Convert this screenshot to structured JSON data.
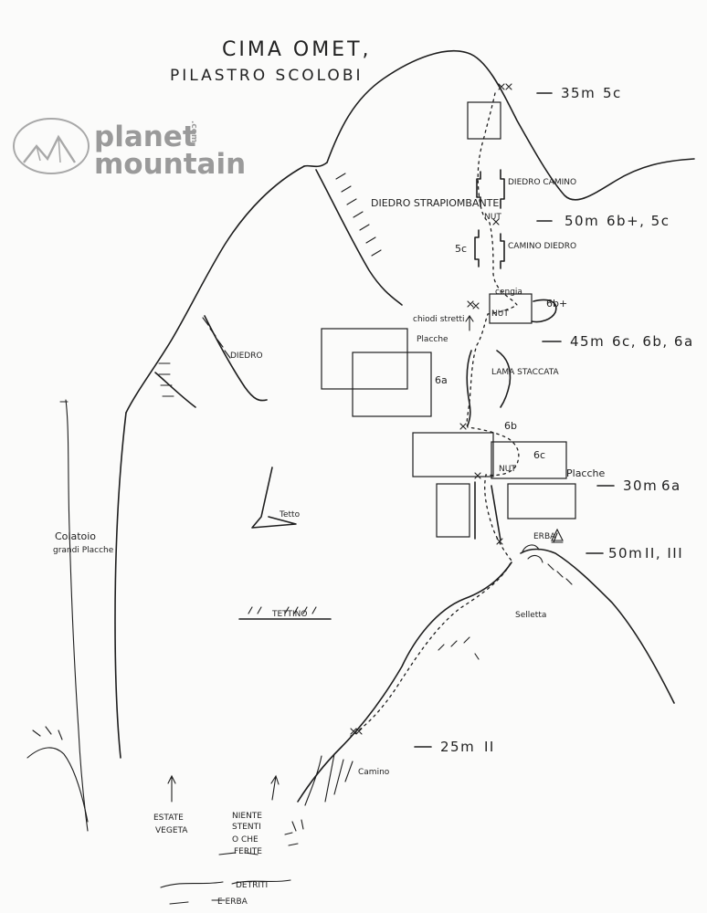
{
  "title": "CIMA OMET,",
  "subtitle": "PILASTRO SCOLOBI",
  "logo": {
    "word1": "planet",
    "word2": "mountain",
    "suffix": ".com",
    "icon": "mountain-logo-icon",
    "color": "#9a9a9a"
  },
  "pitches": [
    {
      "length": "35m",
      "grade": "5c"
    },
    {
      "length": "50m",
      "grade": "6b+, 5c"
    },
    {
      "length": "45m",
      "grade": "6c, 6b, 6a"
    },
    {
      "length": "30m",
      "grade": "6a"
    },
    {
      "length": "50m",
      "grade": "II, III"
    },
    {
      "length": "25m",
      "grade": "II"
    }
  ],
  "labels": {
    "diedro_camino": "DIEDRO CAMINO",
    "diedro_strapiombante": "DIEDRO STRAPIOMBANTE",
    "camino_diedro": "CAMINO DIEDRO",
    "grade_5c": "5c",
    "cengia": "cengia",
    "nut1": "NUT",
    "nut2": "NUT",
    "nut3": "NUT",
    "grade_6b_plus": "6b+",
    "chiodi_stretti": "chiodi stretti",
    "placche1": "Placche",
    "diedro": "DIEDRO",
    "grade_6a_1": "6a",
    "lama_staccata": "LAMA STACCATA",
    "grade_6b": "6b",
    "grade_6c": "6c",
    "placche2": "Placche",
    "tetto": "Tetto",
    "erba": "ERBA",
    "colatoio": "Colatoio",
    "colatoio2": "grandi Placche",
    "selletta": "Selletta",
    "tettino": "TETTINO",
    "camino": "Camino",
    "estate": "ESTATE",
    "vegeta": "VEGETA",
    "niente": "NIENTE",
    "stenti": "STENTI",
    "o_che": "O CHE",
    "ferite": "FERITE",
    "detriti": "DETRITI",
    "e_erba": "E ERBA"
  }
}
